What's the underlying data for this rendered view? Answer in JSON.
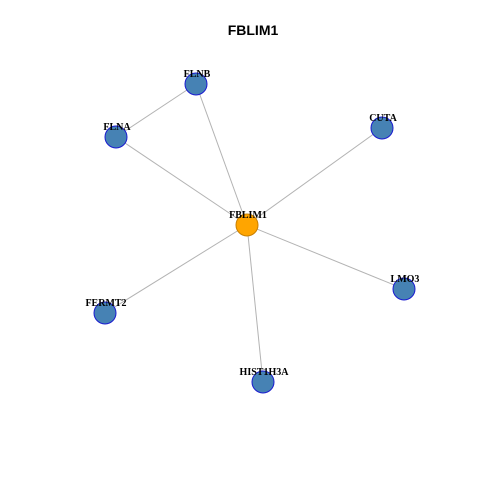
{
  "title": "FBLIM1",
  "colors": {
    "center_fill": "#FFA500",
    "center_stroke": "#C87F00",
    "node_fill": "#4682B4",
    "node_stroke": "#1A1AD0",
    "edge": "#B3B3B3"
  },
  "nodes": [
    {
      "id": "FBLIM1",
      "label": "FBLIM1",
      "role": "center"
    },
    {
      "id": "FLNB",
      "label": "FLNB",
      "role": "neighbor"
    },
    {
      "id": "FLNA",
      "label": "FLNA",
      "role": "neighbor"
    },
    {
      "id": "CUTA",
      "label": "CUTA",
      "role": "neighbor"
    },
    {
      "id": "FERMT2",
      "label": "FERMT2",
      "role": "neighbor"
    },
    {
      "id": "LMO3",
      "label": "LMO3",
      "role": "neighbor"
    },
    {
      "id": "HIST1H3A",
      "label": "HIST1H3A",
      "role": "neighbor"
    }
  ],
  "edges": [
    {
      "source": "FBLIM1",
      "target": "FLNB"
    },
    {
      "source": "FBLIM1",
      "target": "FLNA"
    },
    {
      "source": "FBLIM1",
      "target": "CUTA"
    },
    {
      "source": "FBLIM1",
      "target": "FERMT2"
    },
    {
      "source": "FBLIM1",
      "target": "LMO3"
    },
    {
      "source": "FBLIM1",
      "target": "HIST1H3A"
    },
    {
      "source": "FLNB",
      "target": "FLNA"
    }
  ]
}
